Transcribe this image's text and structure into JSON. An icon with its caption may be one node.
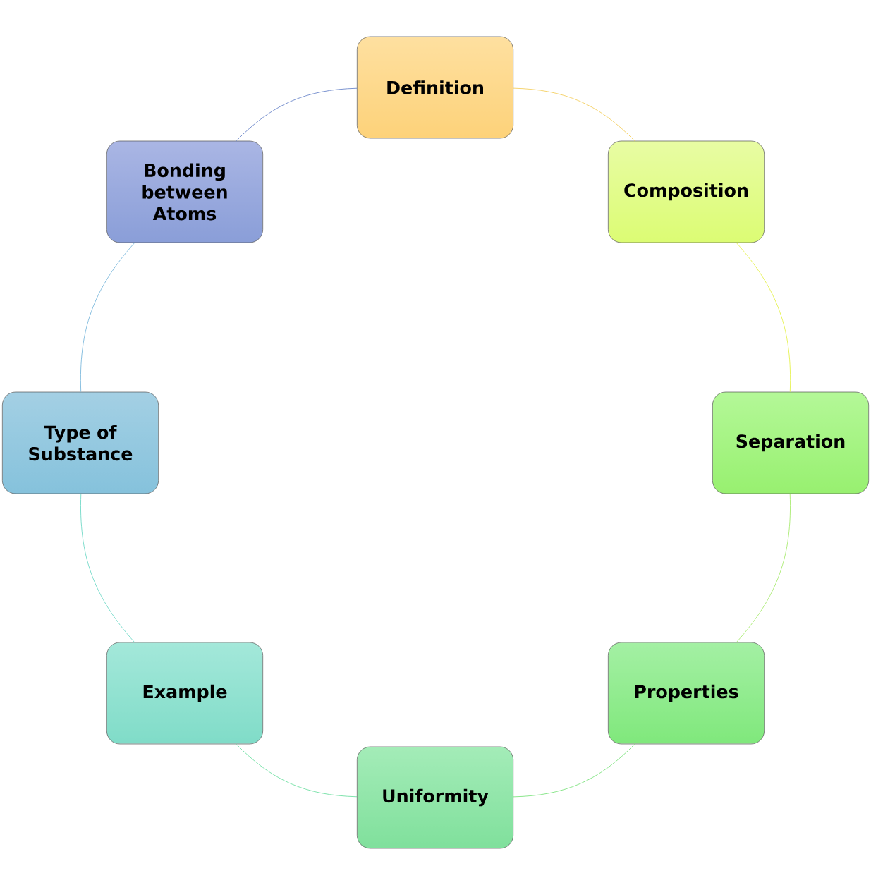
{
  "diagram": {
    "nodes": [
      {
        "text": [
          "Definition"
        ]
      },
      {
        "text": [
          "Composition"
        ]
      },
      {
        "text": [
          "Separation"
        ]
      },
      {
        "text": [
          "Properties"
        ]
      },
      {
        "text": [
          "Uniformity"
        ]
      },
      {
        "text": [
          "Example"
        ]
      },
      {
        "text": [
          "Type of Substance"
        ]
      },
      {
        "text": [
          "Bonding between Atoms"
        ]
      }
    ],
    "edges": [
      {
        "from": 0,
        "to": 1,
        "arrow": "none",
        "color": "#f2c94c"
      },
      {
        "from": 1,
        "to": 2,
        "arrow": "none",
        "color": "#e2f03a"
      },
      {
        "from": 2,
        "to": 3,
        "arrow": "none",
        "color": "#9ee860"
      },
      {
        "from": 3,
        "to": 4,
        "arrow": "none",
        "color": "#6fe070"
      },
      {
        "from": 4,
        "to": 5,
        "arrow": "none",
        "color": "#60dc98"
      },
      {
        "from": 5,
        "to": 6,
        "arrow": "none",
        "color": "#60d4c0"
      },
      {
        "from": 6,
        "to": 7,
        "arrow": "none",
        "color": "#6cb0d8"
      },
      {
        "from": 7,
        "to": 0,
        "arrow": "none",
        "color": "#5a78c4"
      }
    ]
  }
}
